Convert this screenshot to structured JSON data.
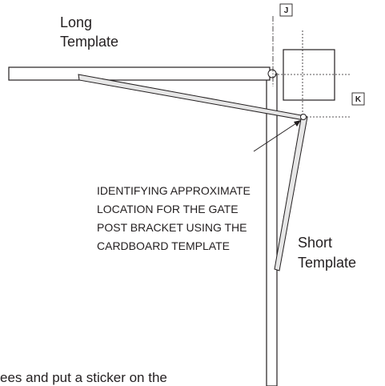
{
  "labels": {
    "long_template": [
      "Long",
      "Template"
    ],
    "short_template": [
      "Short",
      "Template"
    ],
    "note": [
      "IDENTIFYING APPROXIMATE",
      "LOCATION FOR THE GATE",
      "POST BRACKET USING THE",
      "CARDBOARD TEMPLATE"
    ],
    "marker_j": "J",
    "marker_k": "K",
    "footer_partial": "ees and put a sticker on the"
  },
  "colors": {
    "line": "#231f20",
    "template_fill": "#e6e6e6",
    "background": "#ffffff"
  }
}
